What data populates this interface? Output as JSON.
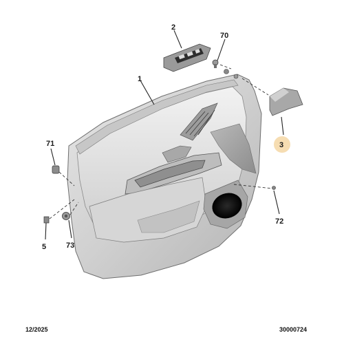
{
  "diagram": {
    "callouts": {
      "part_1": "1",
      "part_2": "2",
      "part_3": "3",
      "part_5": "5",
      "part_70": "70",
      "part_71": "71",
      "part_72": "72",
      "part_73": "73"
    },
    "highlight_color": "#f6ddb2"
  },
  "footer": {
    "date": "12/2025",
    "reference": "30000724"
  }
}
